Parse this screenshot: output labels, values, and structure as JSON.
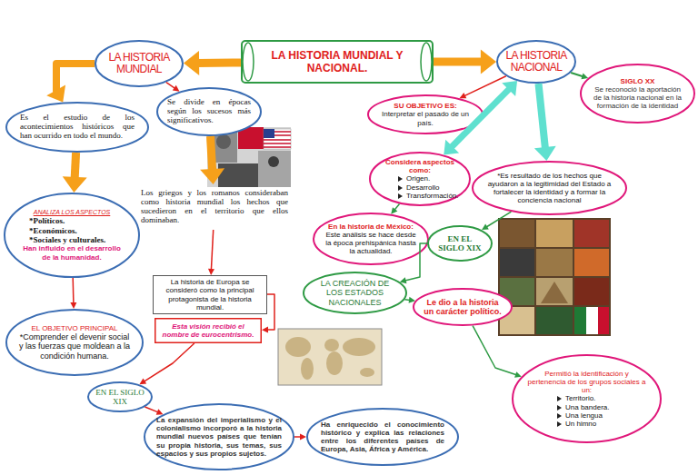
{
  "diagram": {
    "nodes": [
      {
        "text": [
          "LA HISTORIA MUNDIAL Y NACIONAL."
        ]
      },
      {
        "text": [
          "LA HISTORIA MUNDIAL"
        ]
      },
      {
        "text": [
          "LA HISTORIA NACIONAL"
        ]
      },
      {
        "text": [
          "Es el estudio de los acontecimientos históricos que han ocurrido en todo el mundo."
        ]
      },
      {
        "text": [
          "Se divide en épocas según los sucesos más significativos."
        ]
      },
      {
        "text": [
          "SIGLO XX",
          "Se reconoció la aportación de la historia nacional en la formación de la identidad"
        ]
      },
      {
        "text": [
          "SU OBJETIVO ES:",
          "Interpretar el pasado de un país."
        ]
      },
      {
        "text": [
          "Considera aspectos como:",
          "Origen.",
          "Desarrollo",
          "Transformación."
        ]
      },
      {
        "text": [
          "*Es resultado de los hechos que ayudaron a la legitimidad del Estado a fortalecer la identidad y a formar la conciencia nacional"
        ]
      },
      {
        "text": [
          "Los griegos y los romanos consideraban como historia mundial los hechos que sucedieron en el territorio que ellos dominaban."
        ]
      },
      {
        "text": [
          "ANALIZA LOS ASPECTOS",
          "*Políticos.",
          "*Económicos.",
          "*Sociales y culturales.",
          "Han influido en el desarrollo de la humanidad."
        ]
      },
      {
        "text": [
          "En la historia de México:",
          "Este análisis se hace desde la época prehispánica hasta la actualidad."
        ]
      },
      {
        "text": [
          "EN EL SIGLO XIX"
        ]
      },
      {
        "text": [
          "La historia de Europa se consideró como la principal protagonista de la historia mundial."
        ]
      },
      {
        "text": [
          "LA CREACIÓN DE LOS ESTADOS NACIONALES"
        ]
      },
      {
        "text": [
          "Le dio a la historia un carácter político."
        ]
      },
      {
        "text": [
          "Esta visión recibió el nombre de eurocentrismo."
        ]
      },
      {
        "text": [
          "EL OBJETIVO PRINCIPAL",
          "*Comprender el devenir social y las fuerzas que moldean a la condición humana."
        ]
      },
      {
        "text": [
          "EN EL SIGLO XIX"
        ]
      },
      {
        "text": [
          "Permitió la identificación y pertenencia de los grupos sociales a un:",
          "Territorio.",
          "Una bandera.",
          "Una lengua",
          "Un himno"
        ]
      },
      {
        "text": [
          "La expansión del imperialismo y el colonialismo incorporó a la historia mundial nuevos países que tenían su propia historia, sus temas, sus espacios y sus propios sujetos."
        ]
      },
      {
        "text": [
          "Ha enriquecido el conocimiento histórico y explica las relaciones entre los diferentes países de Europa, Asia, África y América."
        ]
      }
    ],
    "edges": [
      {
        "from": 0,
        "to": 1,
        "arrow": "to"
      },
      {
        "from": 0,
        "to": 2,
        "arrow": "to"
      },
      {
        "from": 1,
        "to": 3,
        "arrow": "to"
      },
      {
        "from": 1,
        "to": 4,
        "arrow": "to"
      },
      {
        "from": 3,
        "to": 10,
        "arrow": "to"
      },
      {
        "from": 4,
        "to": 9,
        "arrow": "to"
      },
      {
        "from": 10,
        "to": 17,
        "arrow": "to"
      },
      {
        "from": 9,
        "to": 13,
        "arrow": "to"
      },
      {
        "from": 13,
        "to": 16,
        "arrow": "to"
      },
      {
        "from": 16,
        "to": 18,
        "arrow": "to"
      },
      {
        "from": 18,
        "to": 20,
        "arrow": "to"
      },
      {
        "from": 20,
        "to": 21,
        "arrow": "to"
      },
      {
        "from": 2,
        "to": 5,
        "arrow": "to"
      },
      {
        "from": 2,
        "to": 6,
        "arrow": "to"
      },
      {
        "from": 2,
        "to": 7,
        "arrow": "both"
      },
      {
        "from": 2,
        "to": 8,
        "arrow": "to"
      },
      {
        "from": 7,
        "to": 11,
        "arrow": "to"
      },
      {
        "from": 8,
        "to": 12,
        "arrow": "to"
      },
      {
        "from": 12,
        "to": 14,
        "arrow": "to"
      },
      {
        "from": 14,
        "to": 15,
        "arrow": "to"
      },
      {
        "from": 15,
        "to": 19,
        "arrow": "to"
      }
    ]
  }
}
